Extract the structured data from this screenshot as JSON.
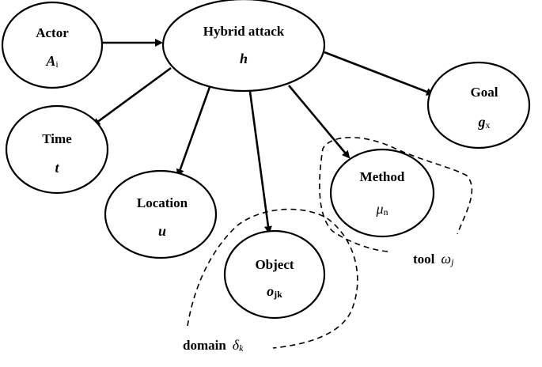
{
  "nodes": {
    "actor": {
      "label": "Actor",
      "symbol": "A",
      "subscript": "i"
    },
    "hybrid": {
      "label": "Hybrid attack",
      "symbol": "h"
    },
    "goal": {
      "label": "Goal",
      "symbol": "g",
      "subscript": "x"
    },
    "time": {
      "label": "Time",
      "symbol": "t"
    },
    "location": {
      "label": "Location",
      "symbol": "u"
    },
    "object": {
      "label": "Object",
      "symbol": "o",
      "subscript": "jk"
    },
    "method": {
      "label": "Method",
      "symbol": "μ",
      "subscript": "n"
    }
  },
  "regions": {
    "domain": {
      "label": "domain",
      "symbol": "δ",
      "subscript": "k"
    },
    "tool": {
      "label": "tool",
      "symbol": "ω",
      "subscript": "j"
    }
  },
  "edges": [
    {
      "from": "Actor",
      "to": "Hybrid attack"
    },
    {
      "from": "Hybrid attack",
      "to": "Time"
    },
    {
      "from": "Hybrid attack",
      "to": "Location"
    },
    {
      "from": "Hybrid attack",
      "to": "Object"
    },
    {
      "from": "Hybrid attack",
      "to": "Method"
    },
    {
      "from": "Hybrid attack",
      "to": "Goal"
    }
  ]
}
